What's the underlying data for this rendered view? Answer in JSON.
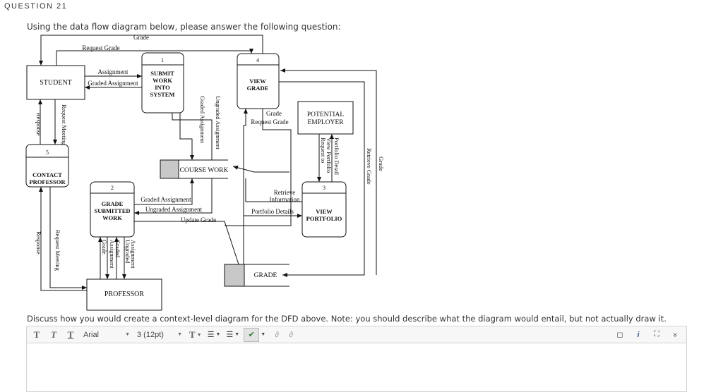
{
  "question": {
    "header": "QUESTION 21",
    "prompt": "Using the data flow diagram below, please answer the following question:",
    "discuss": "Discuss how you would create a context-level diagram for the DFD above. Note: you should describe what the diagram would entail, but not actually draw it."
  },
  "diagram": {
    "entities": {
      "student": "STUDENT",
      "professor": "PROFESSOR",
      "employer_line1": "POTENTIAL",
      "employer_line2": "EMPLOYER"
    },
    "processes": [
      {
        "number": "1",
        "lines": [
          "SUBMIT",
          "WORK",
          "INTO",
          "SYSTEM"
        ]
      },
      {
        "number": "2",
        "lines": [
          "GRADE",
          "SUBMITTED",
          "WORK"
        ]
      },
      {
        "number": "3",
        "lines": [
          "VIEW",
          "PORTFOLIO"
        ]
      },
      {
        "number": "4",
        "lines": [
          "VIEW",
          "GRADE"
        ]
      },
      {
        "number": "5",
        "lines": [
          "CONTACT",
          "PROFESSOR"
        ]
      }
    ],
    "stores": {
      "coursework": "COURSE WORK",
      "grade": "GRADE"
    },
    "flows": {
      "grade_top": "Grade",
      "request_grade_top": "Request Grade",
      "assignment": "Assignment",
      "graded_assignment_1": "Graded Assignment",
      "graded_assignment_vert": "Graded Assignment",
      "ungraded_assignment_vert": "Ungraded Assignment",
      "grade_4": "Grade",
      "request_grade_4": "Request Grade",
      "response_top": "Response",
      "request_meeting_top": "Request Meeting",
      "graded_assignment_2": "Graded Assignment",
      "ungraded_assignment_2": "Ungraded Assignment",
      "update_grade": "Update Grade",
      "retrieve_info_1": "Retrieve",
      "retrieve_info_2": "Information",
      "portfolio_details": "Portfolio Details",
      "portfolio_detail_vert": "Portfolio Detail",
      "request_to_view_1": "Request to",
      "request_to_view_2": "View Portfolio",
      "retrieve_grade": "Retrieve Grade",
      "grade_right": "Grade",
      "response_bottom": "Response",
      "request_meeting_bottom": "Request Meeting",
      "grade_p2": "Grade",
      "assignment_graded_1": "Assignment",
      "assignment_graded_2": "Graded",
      "ungraded_assignment_p2_1": "Ungraded",
      "ungraded_assignment_p2_2": "Assignment"
    }
  },
  "toolbar": {
    "bold": "T",
    "italic": "T",
    "underline": "T",
    "font_family": "Arial",
    "font_size": "3 (12pt)",
    "text_color_glyph": "T",
    "bullet_list_glyph": "☰",
    "numbered_list_glyph": "☰",
    "spellcheck_glyph": "✔",
    "link_glyph": "∂",
    "unlink_glyph": "∂",
    "right_1": "◻",
    "right_2": "i",
    "right_3": "⛶",
    "right_4": "»"
  },
  "editor": {
    "value": ""
  }
}
